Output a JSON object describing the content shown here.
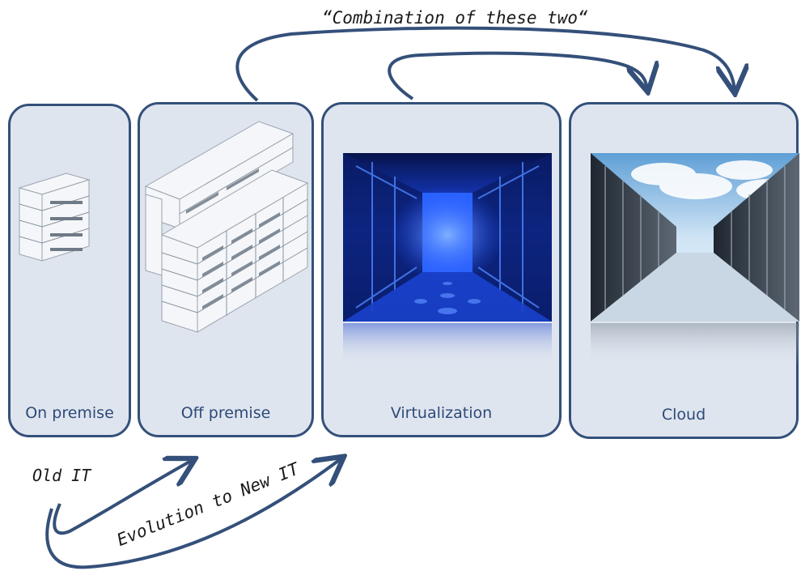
{
  "stages": [
    {
      "key": "on-premise",
      "label": "On premise",
      "icon": "server-rack-small-icon"
    },
    {
      "key": "off-premise",
      "label": "Off premise",
      "icon": "server-farm-icon"
    },
    {
      "key": "virtualization",
      "label": "Virtualization",
      "icon": "datacenter-corridor-image"
    },
    {
      "key": "cloud",
      "label": "Cloud",
      "icon": "cloud-datacenter-image"
    }
  ],
  "annotations": {
    "combination": "“Combination of these two“",
    "old_it": "Old IT",
    "evolution": "Evolution to New IT"
  },
  "colors": {
    "panel_fill": "#dfe5ef",
    "panel_border": "#34507a",
    "arrow": "#34507a",
    "label_text": "#2d4a78",
    "virtualization_glow": "#1e4fff",
    "cloud_sky": "#8fc0ea"
  }
}
